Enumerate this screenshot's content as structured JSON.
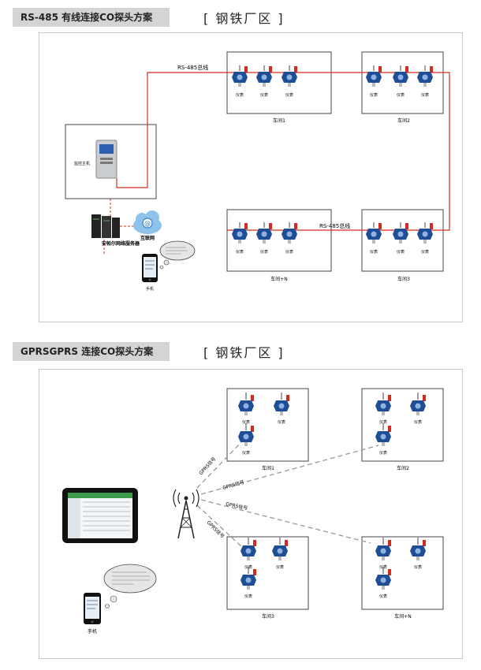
{
  "section1": {
    "header": "RS-485 有线连接CO探头方案",
    "title": "[ 钢铁厂区 ]",
    "bus_label": "RS-485总线",
    "host_label": "监控主机",
    "server_label": "安帕尔网络服务器",
    "internet_label": "互联网",
    "phone_label": "手机",
    "sensor_label": "仪表",
    "workshops": [
      "车间1",
      "车间2",
      "车间+N",
      "车间3"
    ]
  },
  "section2": {
    "header": "GPRSGPRS 连接CO探头方案",
    "title": "[ 钢铁厂区 ]",
    "signal_label": "GPRS信号",
    "phone_label": "手机",
    "sensor_label": "仪表",
    "workshops": [
      "车间1",
      "车间2",
      "车间3",
      "车间+N"
    ]
  },
  "colors": {
    "bus": "#d42b1e",
    "dashed": "#999999",
    "header_bg": "#d4d4d4",
    "sensor_blue": "#1f4e96"
  }
}
